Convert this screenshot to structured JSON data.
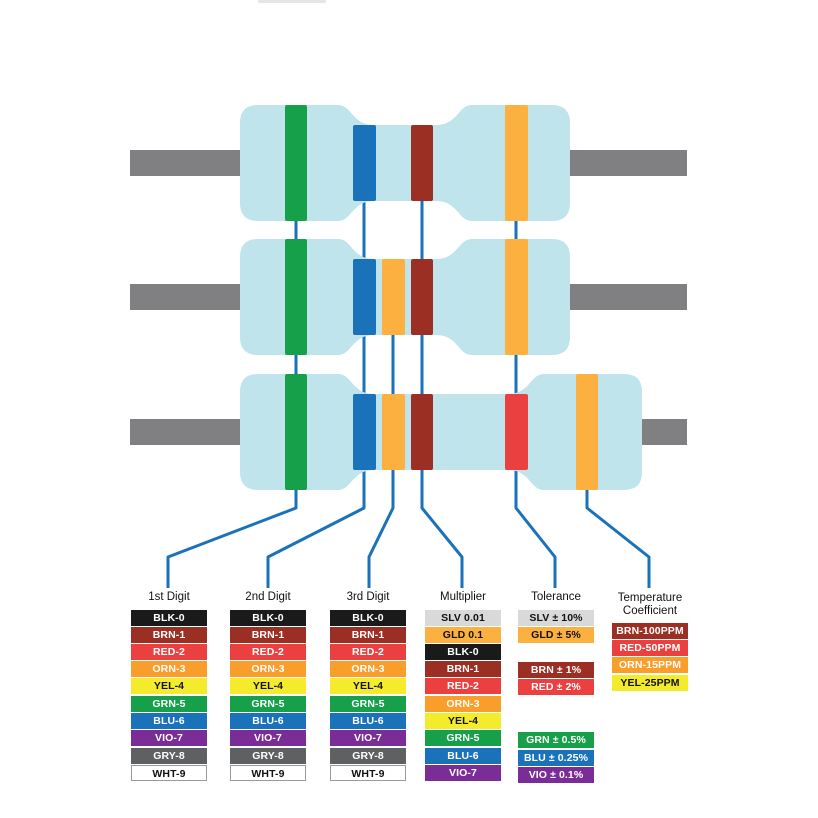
{
  "colors": {
    "lead": "#808083",
    "body": "#bfe4ec",
    "wire": "#1a72bb",
    "black": "#1a1a1a",
    "brown": "#9b2f24",
    "red": "#eb4040",
    "orange": "#f99d2b",
    "yellow": "#f3eb2c",
    "green": "#17a04a",
    "blue": "#1a72bb",
    "violet": "#7a2d97",
    "grey": "#5f6062",
    "white": "#ffffff",
    "silver": "#d9d9d9",
    "gold": "#fbb040"
  },
  "resistors": [
    {
      "name": "four-band",
      "bands": [
        "green",
        "blue",
        "brown",
        "gold"
      ]
    },
    {
      "name": "five-band",
      "bands": [
        "green",
        "blue",
        "gold",
        "brown",
        "gold"
      ]
    },
    {
      "name": "six-band",
      "bands": [
        "green",
        "blue",
        "gold",
        "brown",
        "red",
        "gold"
      ]
    }
  ],
  "columns": [
    {
      "name": "first-digit",
      "heading": "1st Digit",
      "chips": [
        {
          "label": "BLK-0",
          "color": "#1a1a1a",
          "text_color": "#ffffff"
        },
        {
          "label": "BRN-1",
          "color": "#9b2f24",
          "text_color": "#ffffff"
        },
        {
          "label": "RED-2",
          "color": "#eb4040",
          "text_color": "#ffffff"
        },
        {
          "label": "ORN-3",
          "color": "#f99d2b",
          "text_color": "#ffffff"
        },
        {
          "label": "YEL-4",
          "color": "#f3eb2c",
          "text_color": "#111111"
        },
        {
          "label": "GRN-5",
          "color": "#17a04a",
          "text_color": "#ffffff"
        },
        {
          "label": "BLU-6",
          "color": "#1a72bb",
          "text_color": "#ffffff"
        },
        {
          "label": "VIO-7",
          "color": "#7a2d97",
          "text_color": "#ffffff"
        },
        {
          "label": "GRY-8",
          "color": "#5f6062",
          "text_color": "#ffffff"
        },
        {
          "label": "WHT-9",
          "color": "#ffffff",
          "text_color": "#111111"
        }
      ]
    },
    {
      "name": "second-digit",
      "heading": "2nd Digit",
      "chips": [
        {
          "label": "BLK-0",
          "color": "#1a1a1a",
          "text_color": "#ffffff"
        },
        {
          "label": "BRN-1",
          "color": "#9b2f24",
          "text_color": "#ffffff"
        },
        {
          "label": "RED-2",
          "color": "#eb4040",
          "text_color": "#ffffff"
        },
        {
          "label": "ORN-3",
          "color": "#f99d2b",
          "text_color": "#ffffff"
        },
        {
          "label": "YEL-4",
          "color": "#f3eb2c",
          "text_color": "#111111"
        },
        {
          "label": "GRN-5",
          "color": "#17a04a",
          "text_color": "#ffffff"
        },
        {
          "label": "BLU-6",
          "color": "#1a72bb",
          "text_color": "#ffffff"
        },
        {
          "label": "VIO-7",
          "color": "#7a2d97",
          "text_color": "#ffffff"
        },
        {
          "label": "GRY-8",
          "color": "#5f6062",
          "text_color": "#ffffff"
        },
        {
          "label": "WHT-9",
          "color": "#ffffff",
          "text_color": "#111111"
        }
      ]
    },
    {
      "name": "third-digit",
      "heading": "3rd Digit",
      "chips": [
        {
          "label": "BLK-0",
          "color": "#1a1a1a",
          "text_color": "#ffffff"
        },
        {
          "label": "BRN-1",
          "color": "#9b2f24",
          "text_color": "#ffffff"
        },
        {
          "label": "RED-2",
          "color": "#eb4040",
          "text_color": "#ffffff"
        },
        {
          "label": "ORN-3",
          "color": "#f99d2b",
          "text_color": "#ffffff"
        },
        {
          "label": "YEL-4",
          "color": "#f3eb2c",
          "text_color": "#111111"
        },
        {
          "label": "GRN-5",
          "color": "#17a04a",
          "text_color": "#ffffff"
        },
        {
          "label": "BLU-6",
          "color": "#1a72bb",
          "text_color": "#ffffff"
        },
        {
          "label": "VIO-7",
          "color": "#7a2d97",
          "text_color": "#ffffff"
        },
        {
          "label": "GRY-8",
          "color": "#5f6062",
          "text_color": "#ffffff"
        },
        {
          "label": "WHT-9",
          "color": "#ffffff",
          "text_color": "#111111"
        }
      ]
    },
    {
      "name": "multiplier",
      "heading": "Multiplier",
      "chips": [
        {
          "label": "SLV 0.01",
          "color": "#d9d9d9",
          "text_color": "#111111"
        },
        {
          "label": "GLD 0.1",
          "color": "#fbb040",
          "text_color": "#111111"
        },
        {
          "label": "BLK-0",
          "color": "#1a1a1a",
          "text_color": "#ffffff"
        },
        {
          "label": "BRN-1",
          "color": "#9b2f24",
          "text_color": "#ffffff"
        },
        {
          "label": "RED-2",
          "color": "#eb4040",
          "text_color": "#ffffff"
        },
        {
          "label": "ORN-3",
          "color": "#f99d2b",
          "text_color": "#ffffff"
        },
        {
          "label": "YEL-4",
          "color": "#f3eb2c",
          "text_color": "#111111"
        },
        {
          "label": "GRN-5",
          "color": "#17a04a",
          "text_color": "#ffffff"
        },
        {
          "label": "BLU-6",
          "color": "#1a72bb",
          "text_color": "#ffffff"
        },
        {
          "label": "VIO-7",
          "color": "#7a2d97",
          "text_color": "#ffffff"
        }
      ]
    },
    {
      "name": "tolerance",
      "heading": "Tolerance",
      "chips": [
        {
          "label": "SLV ± 10%",
          "color": "#d9d9d9",
          "text_color": "#111111"
        },
        {
          "label": "GLD ± 5%",
          "color": "#fbb040",
          "text_color": "#111111"
        },
        {
          "label": "BRN ± 1%",
          "color": "#9b2f24",
          "text_color": "#ffffff"
        },
        {
          "label": "RED ± 2%",
          "color": "#eb4040",
          "text_color": "#ffffff"
        },
        {
          "label": "GRN ± 0.5%",
          "color": "#17a04a",
          "text_color": "#ffffff"
        },
        {
          "label": "BLU ± 0.25%",
          "color": "#1a72bb",
          "text_color": "#ffffff"
        },
        {
          "label": "VIO ± 0.1%",
          "color": "#7a2d97",
          "text_color": "#ffffff"
        }
      ]
    },
    {
      "name": "temperature-coefficient",
      "heading": "Temperature\nCoefficient",
      "chips": [
        {
          "label": "BRN-100PPM",
          "color": "#9b2f24",
          "text_color": "#ffffff"
        },
        {
          "label": "RED-50PPM",
          "color": "#eb4040",
          "text_color": "#ffffff"
        },
        {
          "label": "ORN-15PPM",
          "color": "#f99d2b",
          "text_color": "#ffffff"
        },
        {
          "label": "YEL-25PPM",
          "color": "#f3eb2c",
          "text_color": "#111111"
        }
      ]
    }
  ]
}
